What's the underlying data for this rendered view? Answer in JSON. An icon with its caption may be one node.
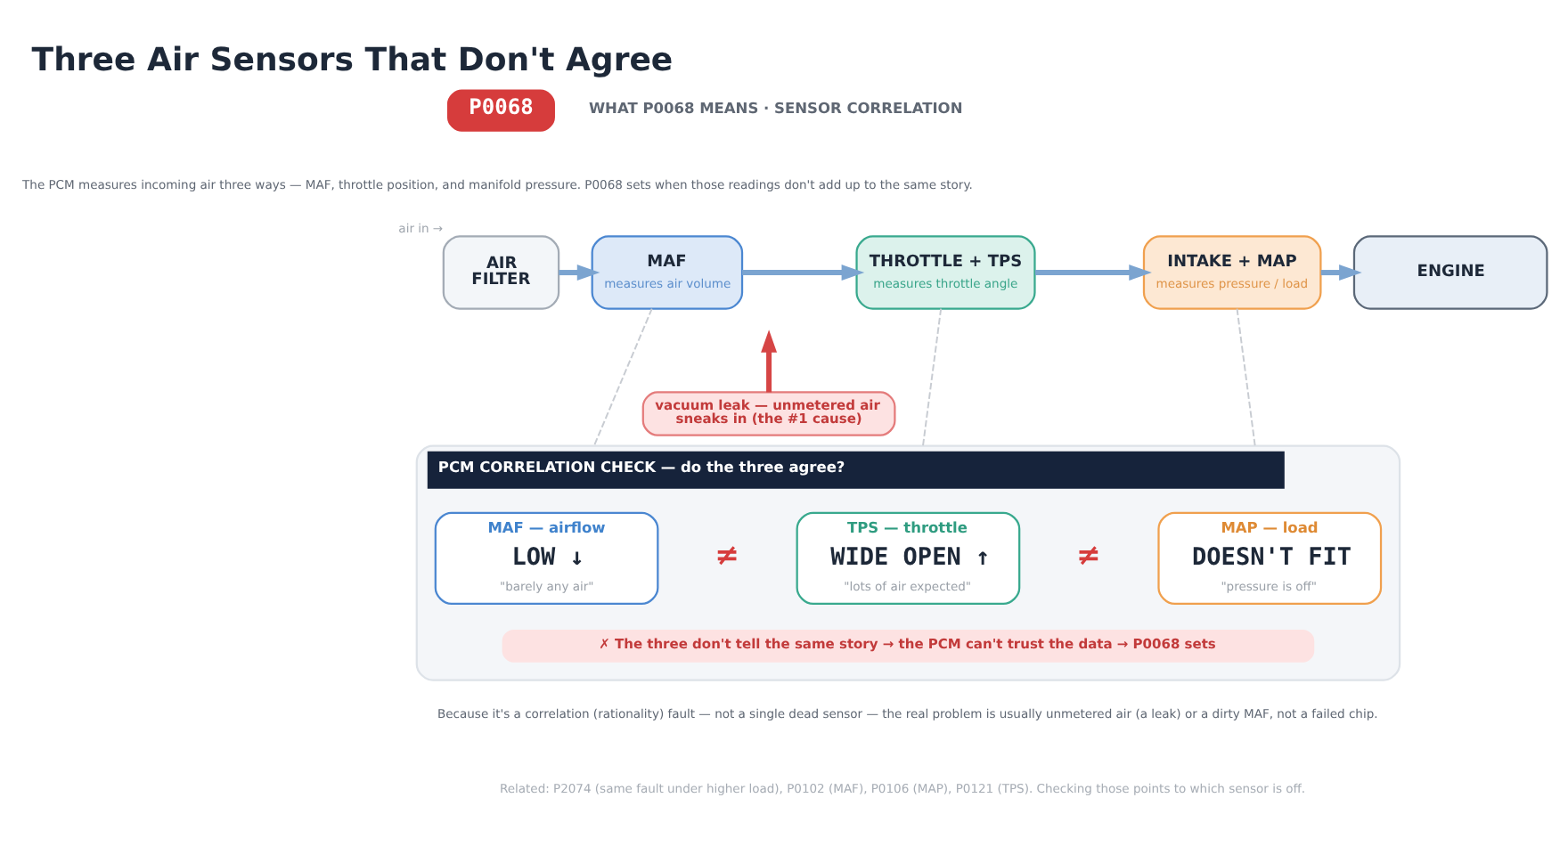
{
  "diagram": {
    "title": "Three Air Sensors That Don't Agree",
    "nodes": [
      {
        "text": [
          "P0068"
        ]
      },
      {
        "text": [
          "AIR FILTER"
        ],
        "beside": [
          "air in →"
        ]
      },
      {
        "text": [
          "MAF",
          "measures air volume"
        ]
      },
      {
        "text": [
          "THROTTLE + TPS",
          "measures throttle angle"
        ]
      },
      {
        "text": [
          "INTAKE + MAP",
          "measures pressure / load"
        ]
      },
      {
        "text": [
          "ENGINE"
        ]
      },
      {
        "text": [
          "vacuum leak — unmetered air sneaks in (the #1 cause)"
        ]
      },
      {
        "text": [
          "PCM CORRELATION CHECK — do the three agree?"
        ]
      },
      {
        "text": [
          "MAF — airflow",
          "LOW ↓",
          "\"barely any air\""
        ],
        "in": 7
      },
      {
        "text": [
          "TPS — throttle",
          "WIDE OPEN ↑",
          "\"lots of air expected\""
        ],
        "in": 7
      },
      {
        "text": [
          "MAP — load",
          "DOESN'T FIT",
          "\"pressure is off\""
        ],
        "in": 7
      },
      {
        "text": [
          "✗ The three don't tell the same story → the PCM can't trust the data → P0068 sets"
        ],
        "in": 7
      }
    ],
    "edges": [
      {
        "from": 1,
        "to": 2,
        "arrow": "to"
      },
      {
        "from": 2,
        "to": 3,
        "arrow": "to"
      },
      {
        "from": 3,
        "to": 4,
        "arrow": "to"
      },
      {
        "from": 4,
        "to": 5,
        "arrow": "to"
      },
      {
        "from": 6,
        "to": null,
        "arrow": "to",
        "color": "#d64545"
      },
      {
        "from": 2,
        "to": 7,
        "arrow": "none",
        "style": "dashed",
        "color": "#c8ccd2"
      },
      {
        "from": 3,
        "to": 7,
        "arrow": "none",
        "style": "dashed",
        "color": "#c8ccd2"
      },
      {
        "from": 4,
        "to": 7,
        "arrow": "none",
        "style": "dashed",
        "color": "#c8ccd2"
      }
    ],
    "labels": [
      "WHAT P0068 MEANS · SENSOR CORRELATION",
      "The PCM measures incoming air three ways — MAF, throttle position, and manifold pressure. P0068 sets when those readings don't add up to the same story.",
      "≠",
      "≠",
      "Because it's a correlation (rationality) fault — not a single dead sensor — the real problem is usually unmetered air (a leak) or a dirty MAF, not a failed chip.",
      "Related: P2074 (same fault under higher load), P0102 (MAF), P0106 (MAP), P0121 (TPS). Checking those points to which sensor is off."
    ]
  }
}
